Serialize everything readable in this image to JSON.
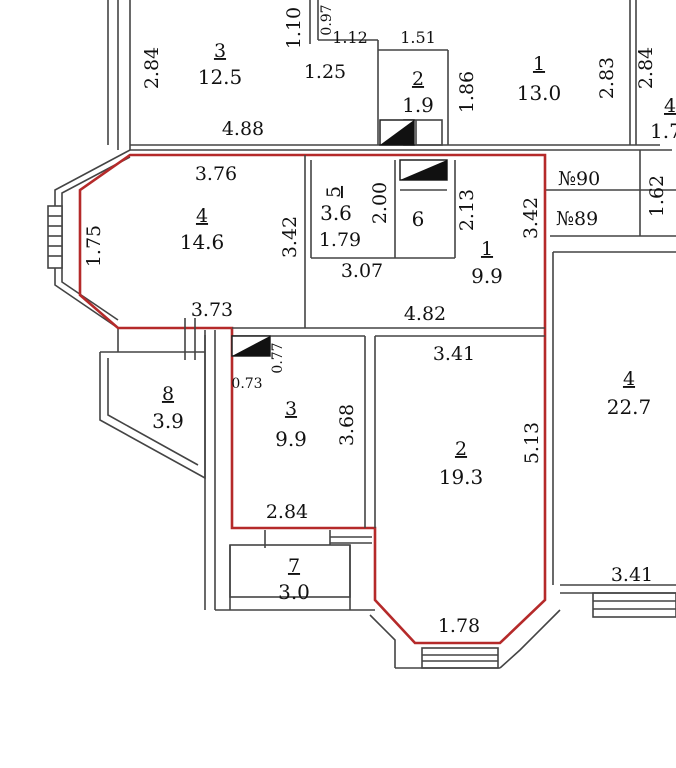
{
  "plan": {
    "highlight_color": "#b52a2a",
    "wall_color": "#222222",
    "rooms": [
      {
        "id": "left-3",
        "num": "3",
        "area": "12.5"
      },
      {
        "id": "top-2",
        "num": "2",
        "area": "1.9"
      },
      {
        "id": "top-1",
        "num": "1",
        "area": "13.0"
      },
      {
        "id": "right-top-4",
        "num": "4",
        "area": "1.7"
      },
      {
        "id": "flat-4",
        "num": "4",
        "area": "14.6"
      },
      {
        "id": "flat-5",
        "num": "5",
        "area": "3.6"
      },
      {
        "id": "flat-6",
        "num": "6",
        "area": ""
      },
      {
        "id": "flat-1",
        "num": "1",
        "area": "9.9"
      },
      {
        "id": "flat-8",
        "num": "8",
        "area": "3.9"
      },
      {
        "id": "flat-3",
        "num": "3",
        "area": "9.9"
      },
      {
        "id": "flat-2",
        "num": "2",
        "area": "19.3"
      },
      {
        "id": "flat-7",
        "num": "7",
        "area": "3.0"
      },
      {
        "id": "right-4",
        "num": "4",
        "area": "22.7"
      }
    ],
    "apartments": [
      "№90",
      "№89"
    ],
    "dims": {
      "d284a": "2.84",
      "d110": "1.10",
      "d097": "0.97",
      "d112": "1.12",
      "d151": "1.51",
      "d125": "1.25",
      "d186": "1.86",
      "d283": "2.83",
      "d284b": "2.84",
      "d488": "4.88",
      "d376": "3.76",
      "d175": "1.75",
      "d342a": "3.42",
      "d200": "2.00",
      "d179": "1.79",
      "d213": "2.13",
      "d342b": "3.42",
      "d162": "1.62",
      "d307": "3.07",
      "d373": "3.73",
      "d482": "4.82",
      "d077": "0.77",
      "d073": "0.73",
      "d341a": "3.41",
      "d368": "3.68",
      "d513": "5.13",
      "d284c": "2.84",
      "d341b": "3.41",
      "d178": "1.78"
    }
  }
}
